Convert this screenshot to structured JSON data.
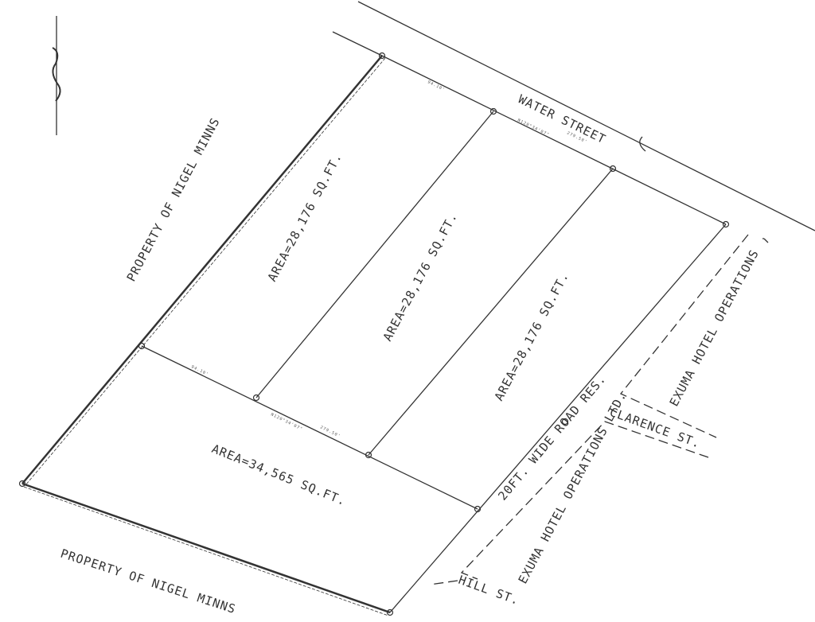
{
  "streets": {
    "water": "WATER STREET",
    "clarence": "CLARENCE ST.",
    "hill": "HILL ST.",
    "road_res": "20FT. WIDE ROAD RES."
  },
  "neighbors": {
    "top_left": "PROPERTY OF NIGEL MINNS",
    "bottom_left": "PROPERTY OF NIGEL MINNS",
    "right_top": "EXUMA HOTEL OPERATIONS",
    "right_bottom": "EXUMA HOTEL OPERATIONS LTD."
  },
  "lots": [
    {
      "area": "AREA=28,176 SQ.FT."
    },
    {
      "area": "AREA=28,176 SQ.FT."
    },
    {
      "area": "AREA=28,176 SQ.FT."
    },
    {
      "area": "AREA=34,565 SQ.FT."
    }
  ],
  "dimensions": {
    "frontage": "94.10'",
    "bearing": "N120°34'07\"",
    "total": "279.50'"
  },
  "colors": {
    "ink": "#333333",
    "paper": "#ffffff"
  }
}
